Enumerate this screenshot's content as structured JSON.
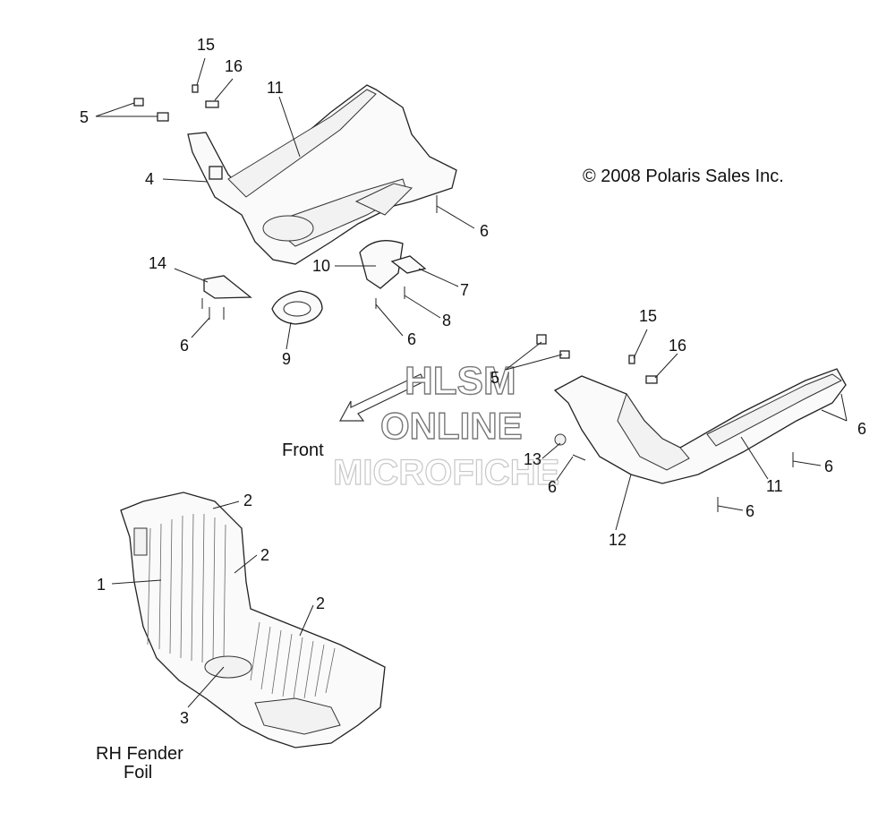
{
  "copyright": "© 2008 Polaris Sales Inc.",
  "direction_label": "Front",
  "assembly_caption_line1": "RH Fender",
  "assembly_caption_line2": "Foil",
  "watermark": {
    "line1": "HLSM",
    "line2": "ONLINE",
    "line3": "MICROFICHE"
  },
  "callouts": [
    {
      "id": "c-15a",
      "text": "15"
    },
    {
      "id": "c-16a",
      "text": "16"
    },
    {
      "id": "c-11a",
      "text": "11"
    },
    {
      "id": "c-5a",
      "text": "5"
    },
    {
      "id": "c-4",
      "text": "4"
    },
    {
      "id": "c-6a",
      "text": "6"
    },
    {
      "id": "c-14",
      "text": "14"
    },
    {
      "id": "c-10",
      "text": "10"
    },
    {
      "id": "c-7",
      "text": "7"
    },
    {
      "id": "c-8",
      "text": "8"
    },
    {
      "id": "c-6b",
      "text": "6"
    },
    {
      "id": "c-6c",
      "text": "6"
    },
    {
      "id": "c-9",
      "text": "9"
    },
    {
      "id": "c-15b",
      "text": "15"
    },
    {
      "id": "c-16b",
      "text": "16"
    },
    {
      "id": "c-5b",
      "text": "5"
    },
    {
      "id": "c-6d",
      "text": "6"
    },
    {
      "id": "c-13",
      "text": "13"
    },
    {
      "id": "c-6e",
      "text": "6"
    },
    {
      "id": "c-6f",
      "text": "6"
    },
    {
      "id": "c-11b",
      "text": "11"
    },
    {
      "id": "c-6g",
      "text": "6"
    },
    {
      "id": "c-12",
      "text": "12"
    },
    {
      "id": "c-2a",
      "text": "2"
    },
    {
      "id": "c-2b",
      "text": "2"
    },
    {
      "id": "c-1",
      "text": "1"
    },
    {
      "id": "c-2c",
      "text": "2"
    },
    {
      "id": "c-3",
      "text": "3"
    }
  ]
}
